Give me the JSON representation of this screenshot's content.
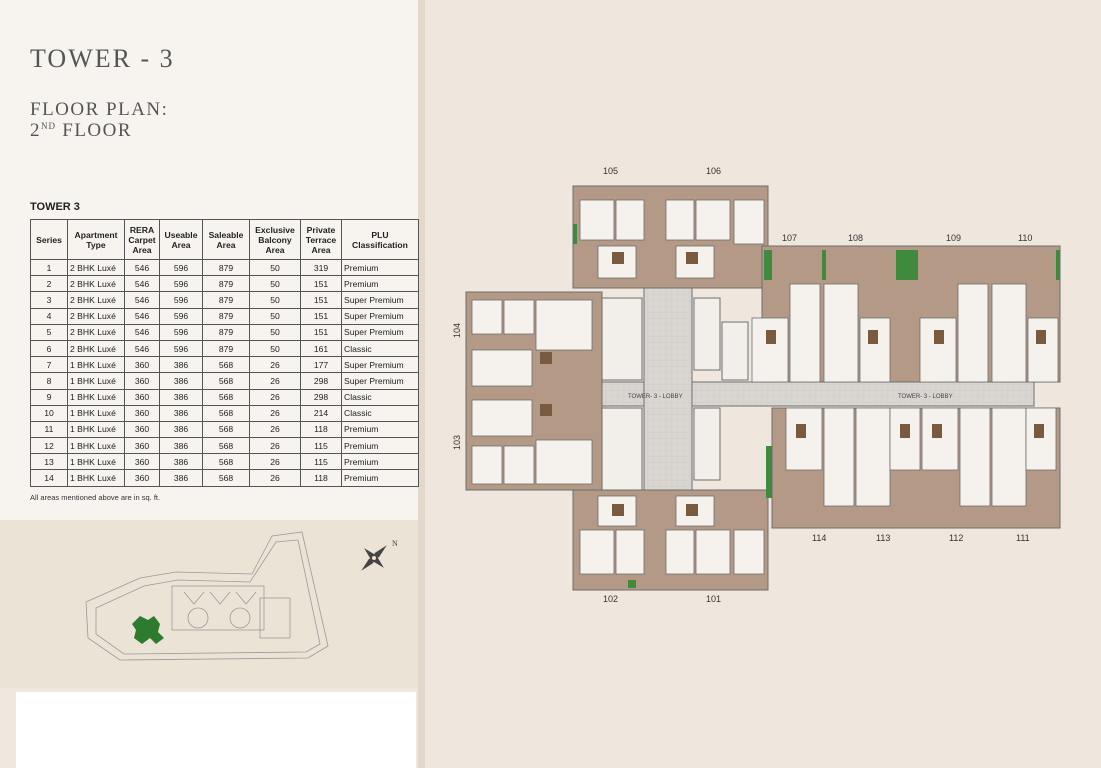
{
  "header": {
    "title": "TOWER - 3",
    "subtitle_line1": "FLOOR PLAN:",
    "subtitle_floor_number": "2",
    "subtitle_floor_suffix": "ND",
    "subtitle_floor_word": "FLOOR"
  },
  "table": {
    "title": "TOWER 3",
    "columns": [
      "Series",
      "Apartment Type",
      "RERA Carpet Area",
      "Useable Area",
      "Saleable Area",
      "Exclusive Balcony Area",
      "Private Terrace Area",
      "PLU Classification"
    ],
    "rows": [
      [
        "1",
        "2 BHK Luxé",
        "546",
        "596",
        "879",
        "50",
        "319",
        "Premium"
      ],
      [
        "2",
        "2 BHK Luxé",
        "546",
        "596",
        "879",
        "50",
        "151",
        "Premium"
      ],
      [
        "3",
        "2 BHK Luxé",
        "546",
        "596",
        "879",
        "50",
        "151",
        "Super Premium"
      ],
      [
        "4",
        "2 BHK Luxé",
        "546",
        "596",
        "879",
        "50",
        "151",
        "Super Premium"
      ],
      [
        "5",
        "2 BHK Luxé",
        "546",
        "596",
        "879",
        "50",
        "151",
        "Super Premium"
      ],
      [
        "6",
        "2 BHK Luxé",
        "546",
        "596",
        "879",
        "50",
        "161",
        "Classic"
      ],
      [
        "7",
        "1 BHK Luxé",
        "360",
        "386",
        "568",
        "26",
        "177",
        "Super Premium"
      ],
      [
        "8",
        "1 BHK Luxé",
        "360",
        "386",
        "568",
        "26",
        "298",
        "Super Premium"
      ],
      [
        "9",
        "1 BHK Luxé",
        "360",
        "386",
        "568",
        "26",
        "298",
        "Classic"
      ],
      [
        "10",
        "1 BHK Luxé",
        "360",
        "386",
        "568",
        "26",
        "214",
        "Classic"
      ],
      [
        "11",
        "1 BHK Luxé",
        "360",
        "386",
        "568",
        "26",
        "118",
        "Premium"
      ],
      [
        "12",
        "1 BHK Luxé",
        "360",
        "386",
        "568",
        "26",
        "115",
        "Premium"
      ],
      [
        "13",
        "1 BHK Luxé",
        "360",
        "386",
        "568",
        "26",
        "115",
        "Premium"
      ],
      [
        "14",
        "1 BHK Luxé",
        "360",
        "386",
        "568",
        "26",
        "118",
        "Premium"
      ]
    ],
    "note": "All areas mentioned above are in sq. ft."
  },
  "compass": {
    "north_label": "N",
    "icon": "compass-rose-icon"
  },
  "floor_plan": {
    "units": {
      "u101": "101",
      "u102": "102",
      "u103": "103",
      "u104": "104",
      "u105": "105",
      "u106": "106",
      "u107": "107",
      "u108": "108",
      "u109": "109",
      "u110": "110",
      "u111": "111",
      "u112": "112",
      "u113": "113",
      "u114": "114"
    },
    "lobby_left": "TOWER- 3 - LOBBY",
    "lobby_right": "TOWER- 3 - LOBBY"
  },
  "colors": {
    "terrace": "#b49a86",
    "green": "#3f8a3c",
    "room": "#f5f2ee",
    "corridor": "#c7c7c7",
    "wall": "#6d6d6d"
  }
}
